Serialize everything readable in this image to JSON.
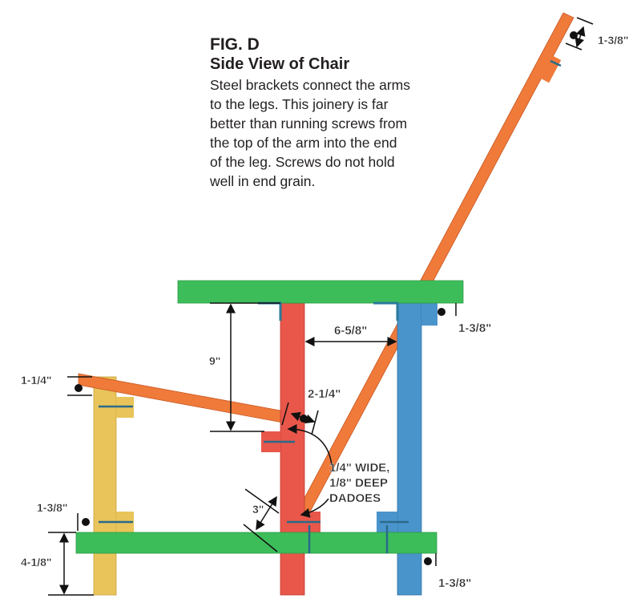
{
  "caption": {
    "figure": "FIG. D",
    "title": "Side View of Chair",
    "body_lines": [
      "Steel brackets connect the arms",
      "to the legs. This joinery is far",
      "better than running screws from",
      "the top of the arm into the end",
      "of the leg. Screws do not hold",
      "well in end grain."
    ]
  },
  "dimensions": {
    "back_top": "1-3/8\"",
    "seat_right": "1-3/8\"",
    "rail_right": "1-3/8\"",
    "seat_height": "9\"",
    "leg_spacing": "6-5/8\"",
    "arm_thickness": "1-1/4\"",
    "arm_overhang": "2-1/4\"",
    "dado_note": [
      "1/4\" WIDE,",
      "1/8\" DEEP",
      "DADOES"
    ],
    "brace_offset": "3\"",
    "back_block": "1-3/8\"",
    "foot_height": "4-1/8\""
  },
  "colors": {
    "green": "#3dbd5a",
    "red": "#e8574a",
    "blue": "#4a94cc",
    "yellow": "#e8c45a",
    "orange": "#ef7a3a"
  }
}
